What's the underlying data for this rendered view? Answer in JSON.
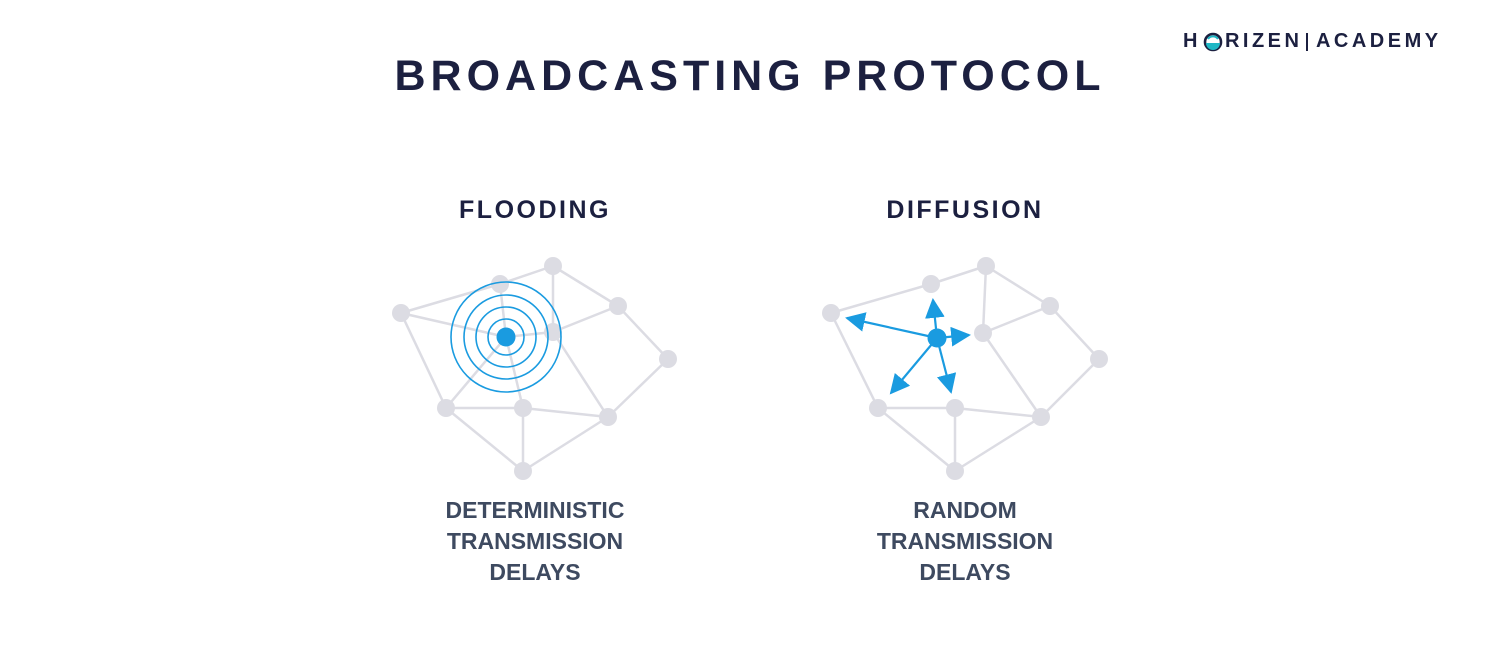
{
  "logo": {
    "left": "H",
    "right_of_o": "RIZEN",
    "academy": "ACADEMY"
  },
  "title": "BROADCASTING PROTOCOL",
  "panels": {
    "flooding": {
      "title": "FLOODING",
      "caption": [
        "DETERMINISTIC",
        "TRANSMISSION",
        "DELAYS"
      ]
    },
    "diffusion": {
      "title": "DIFFUSION",
      "caption": [
        "RANDOM",
        "TRANSMISSION",
        "DELAYS"
      ]
    }
  },
  "colors": {
    "node": "#dcdce3",
    "edge": "#dcdce3",
    "accent": "#1a9be0",
    "text_dark": "#1c2040",
    "text_caption": "#3e4a60",
    "logo_teal": "#1fb7c5"
  }
}
